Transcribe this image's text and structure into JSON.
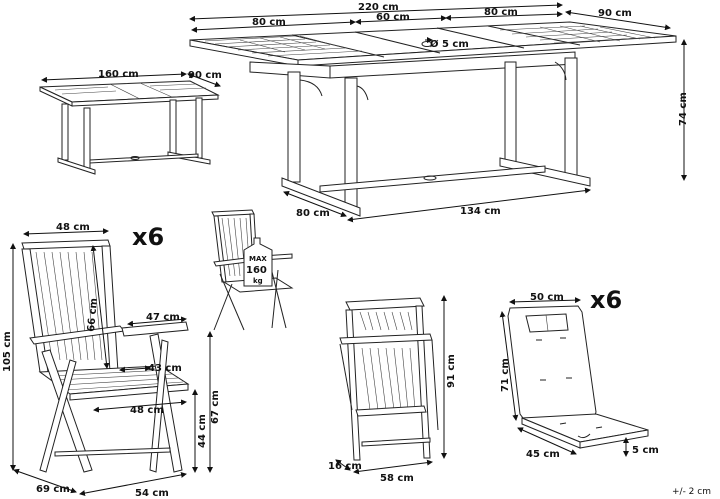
{
  "dimensions": {
    "table_total_length": "220 cm",
    "table_leaf_left": "80 cm",
    "table_center_extension": "60 cm",
    "table_leaf_right": "80 cm",
    "table_depth_top": "90 cm",
    "table_height": "74 cm",
    "table_base_depth": "80 cm",
    "table_base_length": "134 cm",
    "umbrella_hole": "Ø 5 cm",
    "small_table_length": "160 cm",
    "small_table_depth": "90 cm",
    "chair_width_top": "48 cm",
    "chair_back_height": "66 cm",
    "chair_arm_length": "47 cm",
    "chair_seat_depth": "43 cm",
    "chair_seat_width": "48 cm",
    "chair_total_height": "105 cm",
    "chair_arm_height": "67 cm",
    "chair_seat_height": "44 cm",
    "chair_depth": "69 cm",
    "chair_width": "54 cm",
    "folded_height": "91 cm",
    "folded_thickness": "16 cm",
    "folded_width": "58 cm",
    "cushion_width": "50 cm",
    "cushion_length": "71 cm",
    "cushion_seat_width": "45 cm",
    "cushion_thickness": "5 cm"
  },
  "labels": {
    "chair_quantity": "x6",
    "cushion_quantity": "x6",
    "max_label": "MAX",
    "max_value": "160",
    "max_unit": "kg",
    "tolerance": "+/- 2 cm"
  }
}
